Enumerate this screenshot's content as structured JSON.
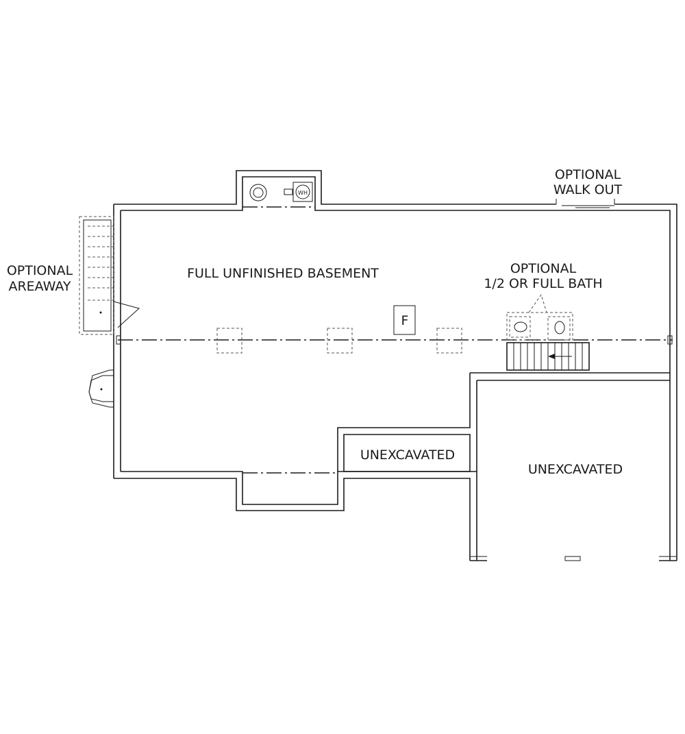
{
  "labels": {
    "optional_areaway": [
      "OPTIONAL",
      "AREAWAY"
    ],
    "optional_walk_out": [
      "OPTIONAL",
      "WALK OUT"
    ],
    "full_unfinished_basement": "FULL UNFINISHED BASEMENT",
    "optional_bath": [
      "OPTIONAL",
      "1/2 OR FULL BATH"
    ],
    "furnace": "F",
    "water_heater": "WH",
    "unexcavated_small": "UNEXCAVATED",
    "unexcavated_large": "UNEXCAVATED"
  }
}
